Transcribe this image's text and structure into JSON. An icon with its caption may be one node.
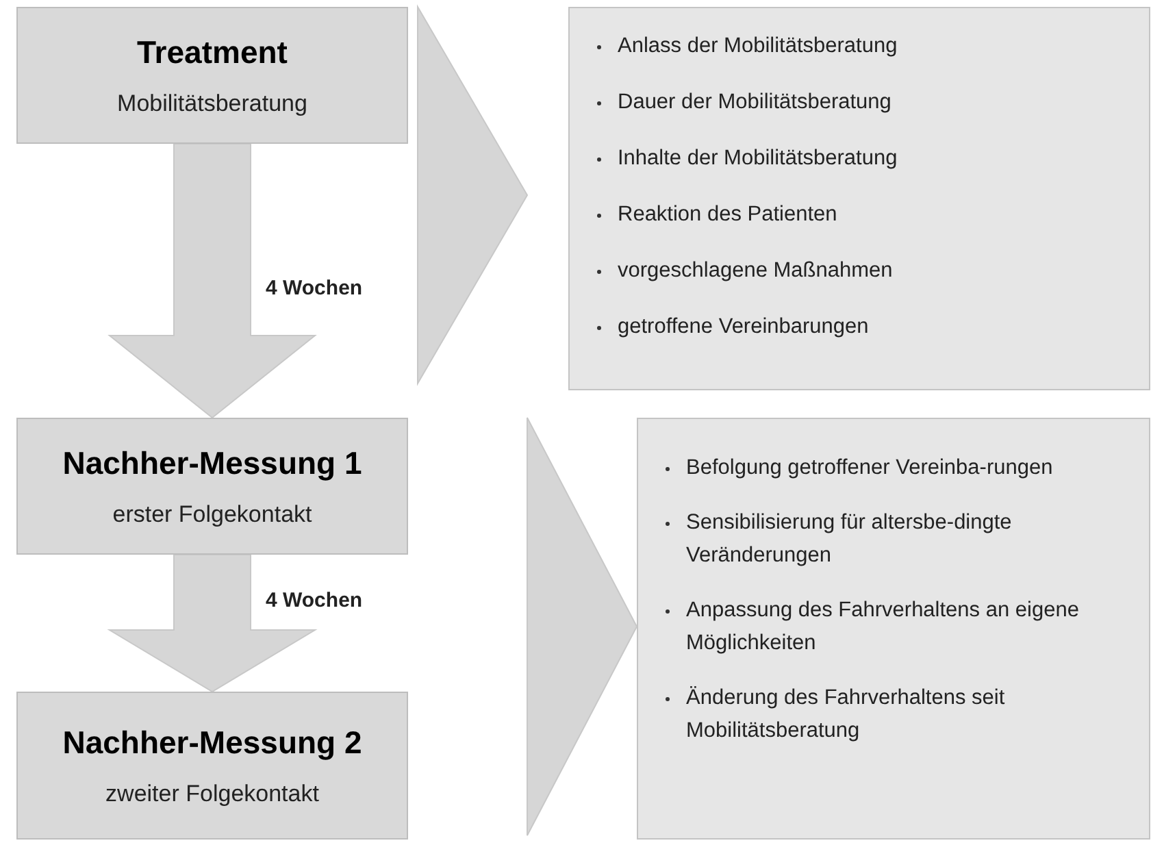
{
  "diagram": {
    "nodes": [
      {
        "text": [
          "Treatment",
          "Mobilitätsberatung"
        ]
      },
      {
        "text": [
          "Nachher-Messung 1",
          "erster Folgekontakt"
        ]
      },
      {
        "text": [
          "Nachher-Messung 2",
          "zweiter Folgekontakt"
        ]
      },
      {
        "text": [
          "Anlass der Mobilitätsberatung",
          "Dauer der Mobilitätsberatung",
          "Inhalte der Mobilitätsberatung",
          "Reaktion des Patienten",
          "vorgeschlagene Maßnahmen",
          "getroffene Vereinbarungen"
        ]
      },
      {
        "text": [
          "Befolgung getroffener Vereinba-rungen",
          "Sensibilisierung für altersbe-dingte Veränderungen",
          "Anpassung des Fahrverhaltens an eigene Möglichkeiten",
          "Änderung des Fahrverhaltens seit Mobilitätsberatung"
        ]
      }
    ],
    "edges": [
      {
        "from": 0,
        "to": 1,
        "arrow": "to",
        "label": "4 Wochen"
      },
      {
        "from": 1,
        "to": 2,
        "arrow": "to",
        "label": "4 Wochen"
      },
      {
        "from": 0,
        "to": 3,
        "arrow": "to"
      },
      {
        "from": 1,
        "to": 4,
        "arrow": "to"
      }
    ]
  }
}
